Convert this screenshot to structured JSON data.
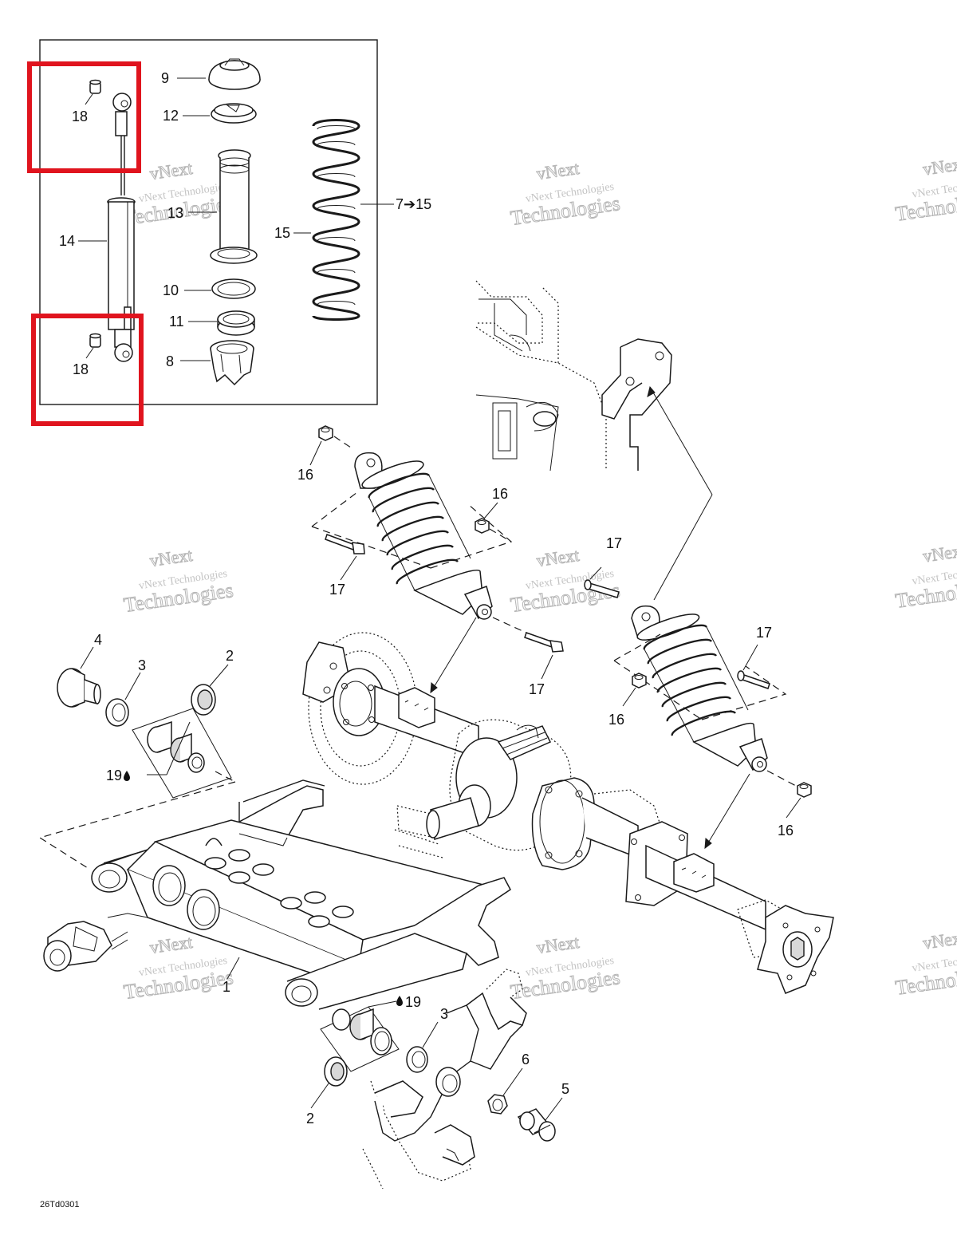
{
  "diagram_code": "26Td0301",
  "watermark": {
    "line1": "vNext Technologies",
    "line2": "vNext",
    "line3": "Technologies"
  },
  "callouts": {
    "c1": "1",
    "c2a": "2",
    "c2b": "2",
    "c3a": "3",
    "c3b": "3",
    "c4": "4",
    "c5": "5",
    "c6": "6",
    "c7": "7➔15",
    "c8": "8",
    "c9": "9",
    "c10": "10",
    "c11": "11",
    "c12": "12",
    "c13": "13",
    "c14": "14",
    "c15": "15",
    "c16a": "16",
    "c16b": "16",
    "c16c": "16",
    "c16d": "16",
    "c17a": "17",
    "c17b": "17",
    "c17c": "17",
    "c17d": "17",
    "c18a": "18",
    "c18b": "18",
    "c19a": "19",
    "c19b": "19"
  },
  "colors": {
    "highlight": "#e0141e",
    "line": "#1a1a1a"
  }
}
